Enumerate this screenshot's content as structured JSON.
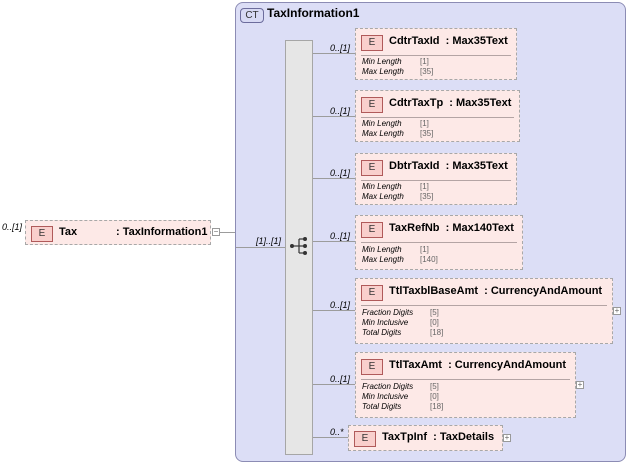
{
  "complex_type": {
    "badge": "CT",
    "name": "TaxInformation1"
  },
  "root": {
    "badge": "E",
    "cardinality": "0..[1]",
    "name": "Tax",
    "type": ": TaxInformation1",
    "collapse": "−"
  },
  "sequence": {
    "cardinality": "[1]..[1]"
  },
  "elements": [
    {
      "badge": "E",
      "cardinality": "0..[1]",
      "label": "CdtrTaxId  : Max35Text",
      "facets": [
        {
          "name": "Min Length",
          "value": "[1]"
        },
        {
          "name": "Max Length",
          "value": "[35]"
        }
      ]
    },
    {
      "badge": "E",
      "cardinality": "0..[1]",
      "label": "CdtrTaxTp  : Max35Text",
      "facets": [
        {
          "name": "Min Length",
          "value": "[1]"
        },
        {
          "name": "Max Length",
          "value": "[35]"
        }
      ]
    },
    {
      "badge": "E",
      "cardinality": "0..[1]",
      "label": "DbtrTaxId  : Max35Text",
      "facets": [
        {
          "name": "Min Length",
          "value": "[1]"
        },
        {
          "name": "Max Length",
          "value": "[35]"
        }
      ]
    },
    {
      "badge": "E",
      "cardinality": "0..[1]",
      "label": "TaxRefNb  : Max140Text",
      "facets": [
        {
          "name": "Min Length",
          "value": "[1]"
        },
        {
          "name": "Max Length",
          "value": "[140]"
        }
      ]
    },
    {
      "badge": "E",
      "cardinality": "0..[1]",
      "label": "TtlTaxblBaseAmt  : CurrencyAndAmount",
      "expand": "+",
      "facets": [
        {
          "name": "Fraction Digits",
          "value": "[5]"
        },
        {
          "name": "Min Inclusive",
          "value": "[0]"
        },
        {
          "name": "Total Digits",
          "value": "[18]"
        }
      ]
    },
    {
      "badge": "E",
      "cardinality": "0..[1]",
      "label": "TtlTaxAmt  : CurrencyAndAmount",
      "expand": "+",
      "facets": [
        {
          "name": "Fraction Digits",
          "value": "[5]"
        },
        {
          "name": "Min Inclusive",
          "value": "[0]"
        },
        {
          "name": "Total Digits",
          "value": "[18]"
        }
      ]
    },
    {
      "badge": "E",
      "cardinality": "0..*",
      "label": "TaxTpInf  : TaxDetails",
      "expand": "+",
      "facets": []
    }
  ],
  "colors": {
    "element_fill": "#fde9e7",
    "complex_fill": "#dcdef6",
    "badge_fill": "#f9cfcc"
  }
}
